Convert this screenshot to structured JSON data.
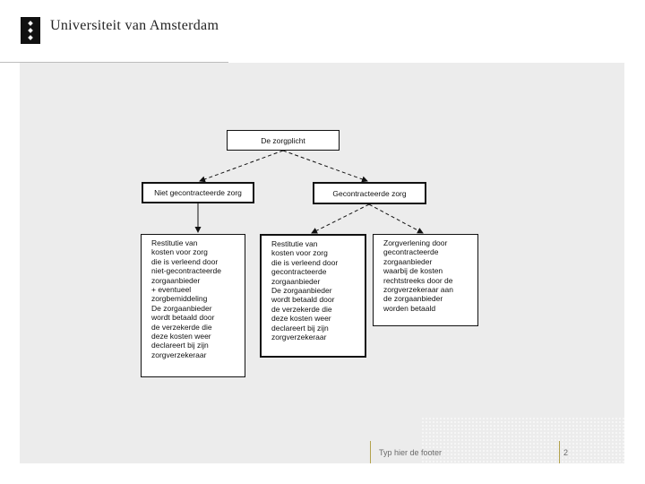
{
  "header": {
    "institution": "Universiteit van Amsterdam"
  },
  "diagram": {
    "root": "De zorgplicht",
    "left_branch": "Niet gecontracteerde zorg",
    "right_branch": "Gecontracteerde zorg",
    "left_detail": [
      "Restitutie van",
      "kosten voor zorg",
      "die is verleend door",
      "niet-gecontracteerde",
      "zorgaanbieder",
      "+ eventueel",
      "zorgbemiddeling",
      "De zorgaanbieder",
      "wordt betaald door",
      "de verzekerde die",
      "deze kosten weer",
      "declareert bij zijn",
      "zorgverzekeraar"
    ],
    "middle_detail": [
      "Restitutie van",
      "kosten voor zorg",
      "die is verleend door",
      "gecontracteerde",
      "zorgaanbieder",
      "De zorgaanbieder",
      "wordt betaald door",
      "de verzekerde die",
      "deze kosten weer",
      "declareert bij zijn",
      "zorgverzekeraar"
    ],
    "right_detail": [
      "Zorgverlening door",
      "gecontracteerde",
      "zorgaanbieder",
      "waarbij de kosten",
      "rechtstreeks door de",
      "zorgverzekeraar aan",
      "de zorgaanbieder",
      "worden betaald"
    ]
  },
  "footer": {
    "text": "Typ hier de footer",
    "page_number": "2"
  },
  "colors": {
    "slide_background": "#ececec",
    "footer_accent": "#b3a24c"
  }
}
